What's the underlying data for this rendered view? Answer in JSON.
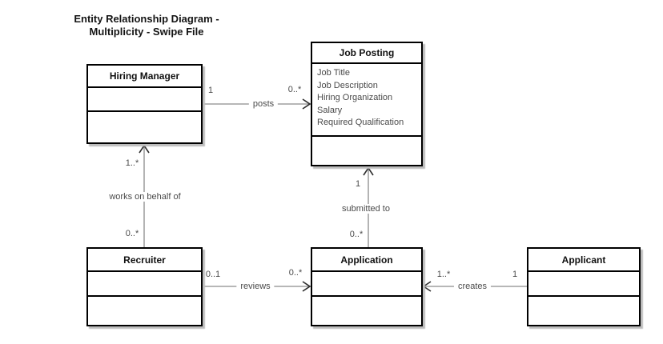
{
  "title": {
    "line1": "Entity Relationship Diagram -",
    "line2": "Multiplicity - Swipe File"
  },
  "entities": {
    "hiring_manager": {
      "name": "Hiring Manager"
    },
    "job_posting": {
      "name": "Job Posting",
      "attributes": [
        "Job Title",
        "Job Description",
        "Hiring Organization",
        "Salary",
        "Required Qualification"
      ]
    },
    "recruiter": {
      "name": "Recruiter"
    },
    "application": {
      "name": "Application"
    },
    "applicant": {
      "name": "Applicant"
    }
  },
  "relationships": {
    "posts": {
      "label": "posts",
      "from_entity": "Hiring Manager",
      "to_entity": "Job Posting",
      "from_multiplicity": "1",
      "to_multiplicity": "0..*"
    },
    "works_on_behalf_of": {
      "label": "works on behalf of",
      "from_entity": "Recruiter",
      "to_entity": "Hiring Manager",
      "from_multiplicity": "0..*",
      "to_multiplicity": "1..*"
    },
    "submitted_to": {
      "label": "submitted to",
      "from_entity": "Application",
      "to_entity": "Job Posting",
      "from_multiplicity": "0..*",
      "to_multiplicity": "1"
    },
    "reviews": {
      "label": "reviews",
      "from_entity": "Recruiter",
      "to_entity": "Application",
      "from_multiplicity": "0..1",
      "to_multiplicity": "0..*"
    },
    "creates": {
      "label": "creates",
      "from_entity": "Applicant",
      "to_entity": "Application",
      "from_multiplicity": "1",
      "to_multiplicity": "1..*"
    }
  },
  "colors": {
    "background": "#ffffff",
    "entity_border": "#000000",
    "entity_fill": "#ffffff",
    "entity_shadow": "#bdbdbd",
    "line": "#8c8c8c",
    "arrowhead": "#2e2e2e",
    "label_text": "#4a4a4a",
    "title_text": "#141414"
  }
}
